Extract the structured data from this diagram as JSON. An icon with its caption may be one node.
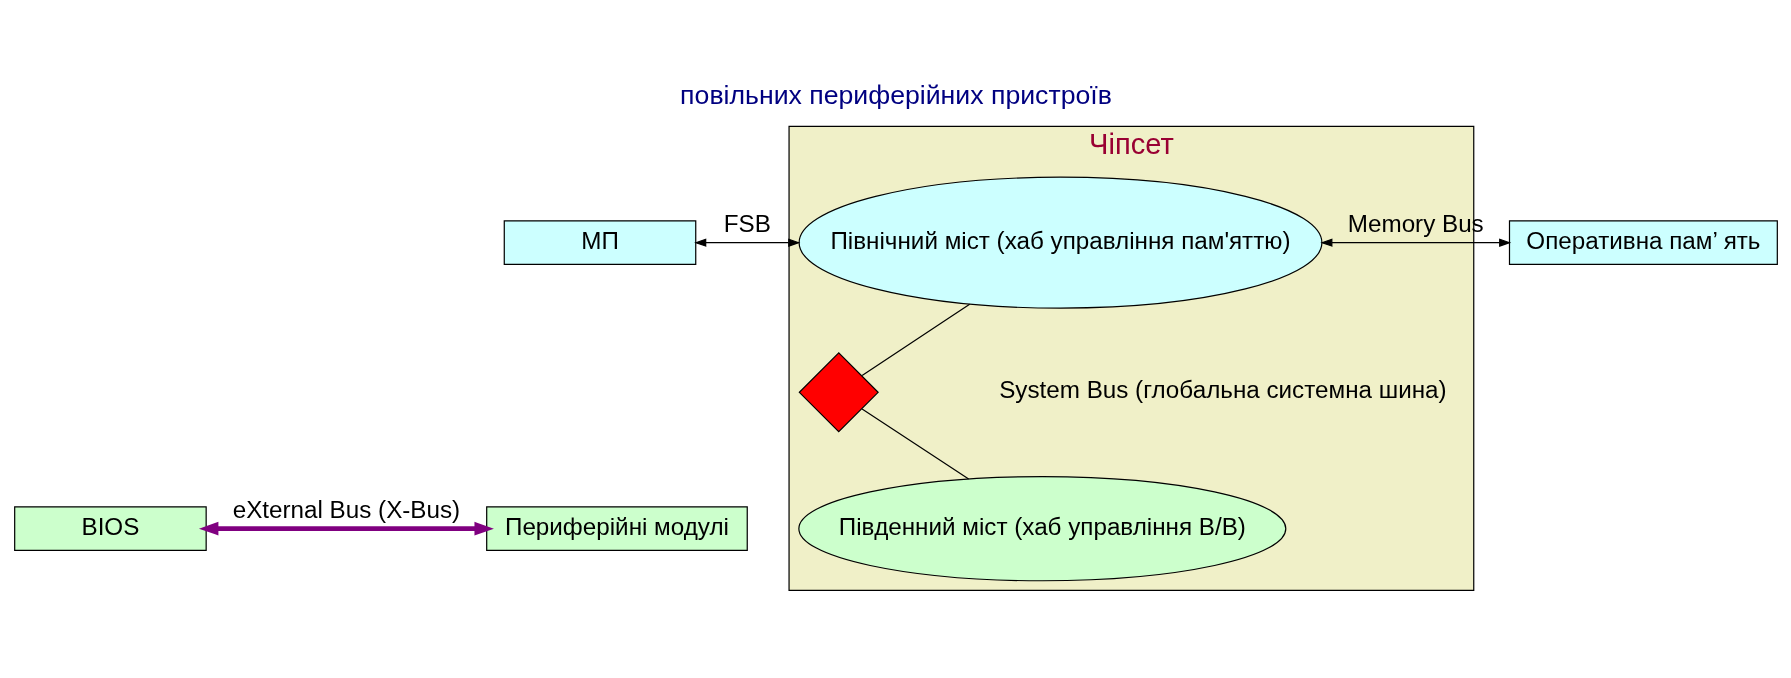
{
  "diagram": {
    "title": "повільних периферійних пристроїв",
    "nodes": [
      {
        "text": [
          "Чіпсет"
        ]
      },
      {
        "text": [
          "Північний міст (хаб управління пам'яттю)"
        ],
        "in": 0
      },
      {
        "text": [],
        "shape": "diamond",
        "in": 0
      },
      {
        "text": [
          "Південний міст (хаб управління В/В)"
        ],
        "in": 0
      },
      {
        "text": [
          "МП"
        ]
      },
      {
        "text": [
          "Оперативна пам’ ять"
        ]
      },
      {
        "text": [
          "BIOS"
        ]
      },
      {
        "text": [
          "Периферійні модулі"
        ]
      }
    ],
    "edges": [
      {
        "from": 4,
        "to": 1,
        "arrow": "both",
        "label": "FSB"
      },
      {
        "from": 1,
        "to": 5,
        "arrow": "both",
        "label": "Memory Bus"
      },
      {
        "from": 1,
        "to": 2,
        "arrow": "none"
      },
      {
        "from": 2,
        "to": 3,
        "arrow": "none"
      },
      {
        "from": 6,
        "to": 7,
        "arrow": "both",
        "label": "eXternal Bus (X-Bus)",
        "style": "thick",
        "color": "#800080"
      }
    ],
    "labels": [
      "System Bus (глобальна системна шина)"
    ]
  }
}
